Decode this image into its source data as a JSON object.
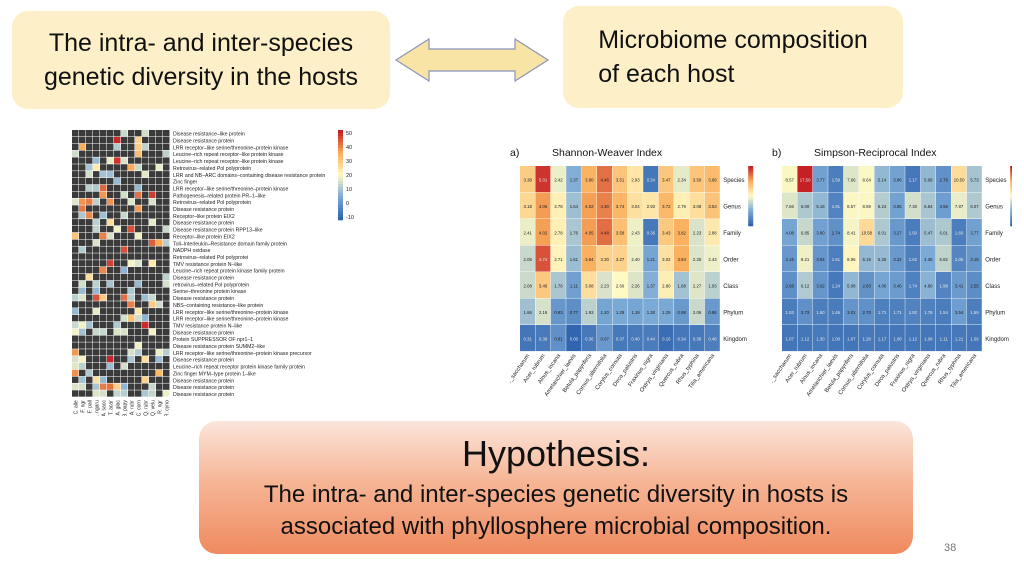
{
  "slide": {
    "box_left": [
      "The intra- and inter-species",
      "genetic diversity in the hosts"
    ],
    "box_right": [
      "Microbiome composition",
      "of each host"
    ],
    "hypothesis_title": "Hypothesis:",
    "hypothesis_body": [
      "The intra- and inter-species genetic diversity in hosts is",
      "associated with phyllosphere microbial composition."
    ],
    "slide_number": "38"
  },
  "colors": {
    "box_fill": "#fdf0c8",
    "arrow_fill": "#f8e5a5",
    "arrow_stroke": "#8a95b8"
  },
  "chart_data": [
    {
      "type": "heatmap",
      "title": "",
      "colorbar_ticks": [
        50,
        40,
        30,
        20,
        10,
        0,
        -10
      ],
      "x_labels": [
        "C. alle",
        "F. ngr",
        "F. pall",
        "A. ngaru",
        "A. sacc",
        "T. acar",
        "A. glac",
        "B. papy",
        "A. rubr",
        "C. corn",
        "Q. rubr",
        "Q. velu",
        "R. ngr",
        "R. cyno"
      ],
      "y_labels": [
        "Disease resistance–like protein",
        "Disease resistance protein",
        "LRR receptor–like serine/threonine–protein kinase",
        "Leucine–rich repeat receptor–like protein kinase",
        "Leucine–rich repeat receptor–like protein kinase",
        "Retrovirus–related Pol polyprotein",
        "LRR and NB–ARC domains–containing disease resistance protein",
        "Zinc finger",
        "LRR receptor–like serine/threonine–protein kinase",
        "Pathogenesis–related protein PR–1–like",
        "Retrovirus–related Pol polyprotein",
        "Disease resistance protein",
        "Receptor–like protein EIX2",
        "Disease resistance protein",
        "Disease resistance protein RPP13–like",
        "Receptor–like protein EIX2",
        "Toll–Interleukin–Resistance domain family protein",
        "NADPH oxidase",
        "Retrovirus–related Pol polyprotei",
        "TMV resistance protein N–like",
        "Leucine–rich repeat protein kinase family protein",
        "Disease resistance protein",
        "retrovirus–related Pol polyprotein",
        "Serine–threonine protein kinase",
        "Disease resistance protein",
        "NBS–containing resistance–like protein",
        "LRR receptor–like serine/threonine–protein kinase",
        "LRR receptor–like serine/threonine–protein kinase",
        "TMV resistance protein N–like",
        "Disease resistance protein",
        "Protein SUPPRESSOR OF npr1–1",
        "Disease resistance protein SUMM2–like",
        "LRR receptor–like serine/threonine–protein kinase precursor",
        "Disease resistance protein",
        "Leucine–rich repeat receptor protein kinase family protein",
        "Zinc finger MYM–type protein 1–like",
        "Disease resistance protein",
        "Disease resistance protein",
        "Disease resistance protein"
      ]
    },
    {
      "type": "heatmap",
      "panel": "a)",
      "title": "Shannon-Weaver Index",
      "colorbar_ticks": [
        5,
        4,
        3,
        2,
        1
      ],
      "x_labels": [
        "Acer_saccharum",
        "Acer_rubrum",
        "Alnus_incana",
        "Amelanchier_laevis",
        "Betula_papyrifera",
        "Cornus_alternifolia",
        "Corylus_cornuta",
        "Dirca_palustris",
        "Fraxinus_nigra",
        "Ostrya_virginiana",
        "Quercus_rubra",
        "Rhus_typhina",
        "Tilia_americana"
      ],
      "y_labels": [
        "Species",
        "Genus",
        "Family",
        "Order",
        "Class",
        "Phylum",
        "Kingdom"
      ],
      "values": [
        [
          3.38,
          5.01,
          2.42,
          1.37,
          3.8,
          4.46,
          3.51,
          2.93,
          0.34,
          3.47,
          2.34,
          3.5,
          3.68
        ],
        [
          3.18,
          4.06,
          2.78,
          1.64,
          4.02,
          4.3,
          3.74,
          3.04,
          2.93,
          3.72,
          2.79,
          3.08,
          3.53
        ],
        [
          2.41,
          4.02,
          2.78,
          1.76,
          4.05,
          4.48,
          3.58,
          2.43,
          0.36,
          3.43,
          3.82,
          2.23,
          2.88
        ],
        [
          2.05,
          4.74,
          2.71,
          1.61,
          3.84,
          3.3,
          3.27,
          2.4,
          1.21,
          3.02,
          3.84,
          2.25,
          2.43
        ],
        [
          2.08,
          3.46,
          1.76,
          1.11,
          3.08,
          2.23,
          2.6,
          2.26,
          1.37,
          2.8,
          1.68,
          2.27,
          1.93
        ],
        [
          1.66,
          2.19,
          0.93,
          0.77,
          1.93,
          1.2,
          1.29,
          1.19,
          1.3,
          1.29,
          0.98,
          2.06,
          0.96
        ],
        [
          0.31,
          0.39,
          0.81,
          0.0,
          0.36,
          0.97,
          0.37,
          0.4,
          0.44,
          0.16,
          0.34,
          0.38,
          0.48
        ]
      ]
    },
    {
      "type": "heatmap",
      "panel": "b)",
      "title": "Simpson-Reciprocal Index",
      "colorbar_ticks": [
        15,
        10,
        5
      ],
      "x_labels": [
        "Acer_saccharum",
        "Acer_rubrum",
        "Alnus_incana",
        "Amelanchier_laevis",
        "Betula_papyrifera",
        "Cornus_alternifolia",
        "Corylus_cornuta",
        "Dirca_palustris",
        "Fraxinus_nigra",
        "Ostrya_virginiana",
        "Quercus_rubra",
        "Rhus_typhina",
        "Tilia_americana"
      ],
      "y_labels": [
        "Species",
        "Genus",
        "Family",
        "Order",
        "Class",
        "Phylum",
        "Kingdom"
      ],
      "values": [
        [
          8.57,
          17.5,
          3.77,
          1.59,
          7.66,
          8.64,
          5.14,
          3.86,
          1.17,
          5.08,
          2.79,
          10.5,
          5.73
        ],
        [
          7.66,
          6.0,
          5.15,
          1.91,
          8.57,
          8.59,
          6.24,
          3.85,
          7.3,
          5.84,
          3.56,
          7.97,
          6.07
        ],
        [
          4.08,
          6.85,
          3.8,
          2.74,
          8.41,
          10.58,
          6.01,
          3.27,
          1.5,
          5.47,
          6.01,
          1.6,
          3.77
        ],
        [
          3.16,
          8.21,
          3.04,
          1.61,
          8.96,
          5.16,
          5.25,
          3.32,
          1.62,
          4.36,
          6.62,
          2.06,
          3.18
        ],
        [
          2.68,
          6.12,
          3.02,
          1.24,
          5.08,
          2.83,
          4.06,
          3.46,
          1.74,
          4.8,
          1.98,
          3.41,
          2.55
        ],
        [
          1.53,
          2.73,
          1.6,
          1.46,
          3.01,
          2.7,
          1.71,
          1.71,
          1.92,
          1.76,
          1.54,
          3.54,
          1.59
        ],
        [
          1.07,
          1.12,
          1.3,
          1.0,
          1.07,
          1.26,
          1.17,
          1.08,
          1.12,
          1.08,
          1.11,
          1.21,
          1.09
        ]
      ]
    }
  ]
}
